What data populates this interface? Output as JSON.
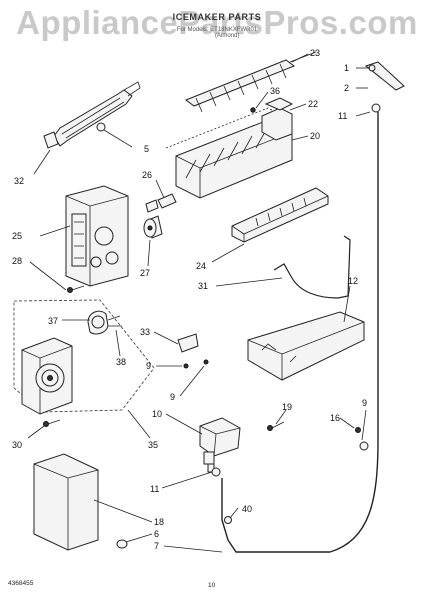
{
  "watermark": "AppliancePartsPros.com",
  "header": {
    "title": "ICEMAKER PARTS",
    "subtitle": "For Models: ET18NKXFWR01",
    "variant": "(Almond)"
  },
  "footer": {
    "doc_number": "4368455",
    "page_number": "10"
  },
  "callouts": [
    "1",
    "2",
    "11",
    "23",
    "36",
    "22",
    "20",
    "5",
    "26",
    "32",
    "25",
    "27",
    "28",
    "24",
    "31",
    "12",
    "37",
    "33",
    "9",
    "38",
    "9",
    "10",
    "19",
    "16",
    "9",
    "35",
    "30",
    "11",
    "18",
    "6",
    "40",
    "7"
  ]
}
